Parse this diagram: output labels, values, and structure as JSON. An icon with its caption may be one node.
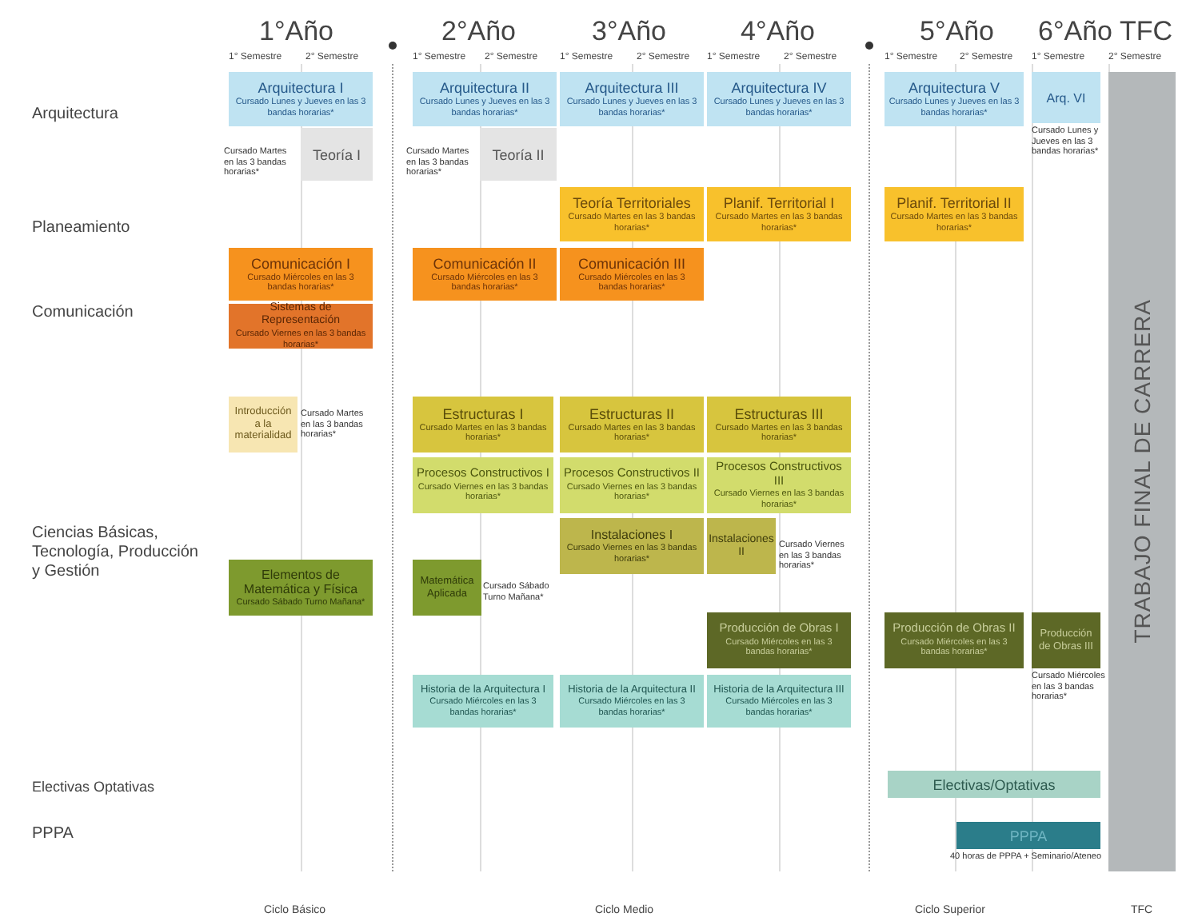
{
  "diagram": {
    "nodes": [
      {
        "text": [
          "Arquitectura I",
          "Cursado Lunes y Jueves en las 3 bandas horarias*"
        ]
      },
      {
        "text": [
          "Teoría I"
        ],
        "beside": [
          "Cursado Martes en las 3 bandas horarias*"
        ]
      },
      {
        "text": [
          "Arquitectura II",
          "Cursado Lunes y Jueves en las 3 bandas horarias*"
        ]
      },
      {
        "text": [
          "Teoría II"
        ],
        "beside": [
          "Cursado Martes en las 3 bandas horarias*"
        ]
      },
      {
        "text": [
          "Arquitectura III",
          "Cursado Lunes y Jueves en las 3 bandas horarias*"
        ]
      },
      {
        "text": [
          "Arquitectura IV",
          "Cursado Lunes y Jueves en las 3 bandas horarias*"
        ]
      },
      {
        "text": [
          "Arquitectura V",
          "Cursado Lunes y Jueves en las 3 bandas horarias*"
        ]
      },
      {
        "text": [
          "Arq. VI"
        ],
        "beside": [
          "Cursado Lunes y Jueves en las 3 bandas horarias*"
        ]
      },
      {
        "text": [
          "TRABAJO FINAL DE CARRERA"
        ]
      },
      {
        "text": [
          "Teoría Territoriales",
          "Cursado Martes en las 3 bandas horarias*"
        ]
      },
      {
        "text": [
          "Planif. Territorial I",
          "Cursado Martes en las 3 bandas horarias*"
        ]
      },
      {
        "text": [
          "Planif. Territorial II",
          "Cursado Martes en las 3 bandas horarias*"
        ]
      },
      {
        "text": [
          "Comunicación I",
          "Cursado Miércoles en las 3 bandas horarias*"
        ]
      },
      {
        "text": [
          "Sistemas de Representación",
          "Cursado Viernes en las 3 bandas horarias*"
        ]
      },
      {
        "text": [
          "Comunicación II",
          "Cursado Miércoles en las 3 bandas horarias*"
        ]
      },
      {
        "text": [
          "Comunicación III",
          "Cursado Miércoles en las 3 bandas horarias*"
        ]
      },
      {
        "text": [
          "Introducción a la materialidad"
        ],
        "beside": [
          "Cursado Martes en las 3 bandas horarias*"
        ]
      },
      {
        "text": [
          "Estructuras I",
          "Cursado Martes en las 3 bandas horarias*"
        ]
      },
      {
        "text": [
          "Estructuras II",
          "Cursado Martes en las 3 bandas horarias*"
        ]
      },
      {
        "text": [
          "Estructuras III",
          "Cursado Martes en las 3 bandas horarias*"
        ]
      },
      {
        "text": [
          "Procesos Constructivos I",
          "Cursado Viernes en las 3 bandas horarias*"
        ]
      },
      {
        "text": [
          "Procesos Constructivos II",
          "Cursado Viernes en las 3 bandas horarias*"
        ]
      },
      {
        "text": [
          "Procesos Constructivos III",
          "Cursado Viernes en las 3 bandas horarias*"
        ]
      },
      {
        "text": [
          "Instalaciones I",
          "Cursado Viernes en las 3 bandas horarias*"
        ]
      },
      {
        "text": [
          "Instalaciones II"
        ],
        "beside": [
          "Cursado Viernes en las 3 bandas horarias*"
        ]
      },
      {
        "text": [
          "Elementos de Matemática y Física",
          "Cursado Sábado Turno Mañana*"
        ]
      },
      {
        "text": [
          "Matemática Aplicada"
        ],
        "beside": [
          "Cursado Sábado Turno Mañana*"
        ]
      },
      {
        "text": [
          "Producción de Obras I",
          "Cursado Miércoles en las 3 bandas horarias*"
        ]
      },
      {
        "text": [
          "Producción de Obras II",
          "Cursado Miércoles en las 3 bandas horarias*"
        ]
      },
      {
        "text": [
          "Producción de Obras III"
        ],
        "beside": [
          "Cursado Miércoles en las 3 bandas horarias*"
        ]
      },
      {
        "text": [
          "Historia de la Arquitectura I",
          "Cursado Miércoles en las 3 bandas horarias*"
        ]
      },
      {
        "text": [
          "Historia de la Arquitectura II",
          "Cursado Miércoles en las 3 bandas horarias*"
        ]
      },
      {
        "text": [
          "Historia de la Arquitectura III",
          "Cursado Miércoles en las 3 bandas horarias*"
        ]
      },
      {
        "text": [
          "Electivas/Optativas"
        ]
      },
      {
        "text": [
          "PPPA"
        ],
        "beside": [
          "40 horas de PPPA + Seminario/Ateneo"
        ]
      }
    ],
    "labels": [
      "1°Año",
      "2°Año",
      "3°Año",
      "4°Año",
      "5°Año",
      "6°Año",
      "TFC",
      "1° Semestre",
      "2° Semestre",
      "1° Semestre",
      "2° Semestre",
      "1° Semestre",
      "2° Semestre",
      "1° Semestre",
      "2° Semestre",
      "1° Semestre",
      "2° Semestre",
      "1° Semestre",
      "2° Semestre",
      "Arquitectura",
      "Planeamiento",
      "Comunicación",
      "Ciencias Básicas, Tecnología, Producción y Gestión",
      "Electivas Optativas",
      "PPPA",
      "Ciclo Básico",
      "Ciclo Medio",
      "Ciclo Superior",
      "TFC"
    ]
  }
}
